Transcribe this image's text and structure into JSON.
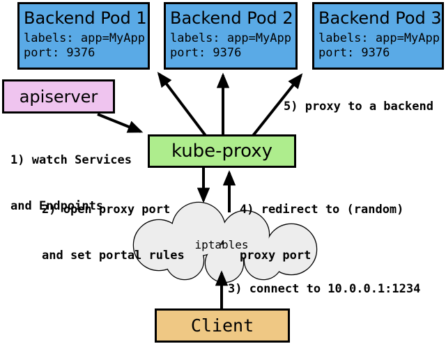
{
  "pods": [
    {
      "title": "Backend Pod 1",
      "labels": "labels: app=MyApp",
      "port": "port: 9376"
    },
    {
      "title": "Backend Pod 2",
      "labels": "labels: app=MyApp",
      "port": "port: 9376"
    },
    {
      "title": "Backend Pod 3",
      "labels": "labels: app=MyApp",
      "port": "port: 9376"
    }
  ],
  "nodes": {
    "apiserver": "apiserver",
    "kube_proxy": "kube-proxy",
    "iptables": "iptables",
    "client": "Client"
  },
  "annotations": {
    "step1_line1": "1) watch Services",
    "step1_line2": "and Endpoints",
    "step2_line1": "2) open proxy port",
    "step2_line2": "and set portal rules",
    "step3": "3) connect to 10.0.0.1:1234",
    "step4_line1": "4) redirect to (random)",
    "step4_line2": "proxy port",
    "step5": "5) proxy to a backend"
  },
  "colors": {
    "pod_fill": "#5AAAE6",
    "apiserver_fill": "#EFC4EF",
    "kube_proxy_fill": "#AEED8D",
    "client_fill": "#EFC884",
    "cloud_fill": "#EDEDED",
    "arrow": "#000000"
  }
}
